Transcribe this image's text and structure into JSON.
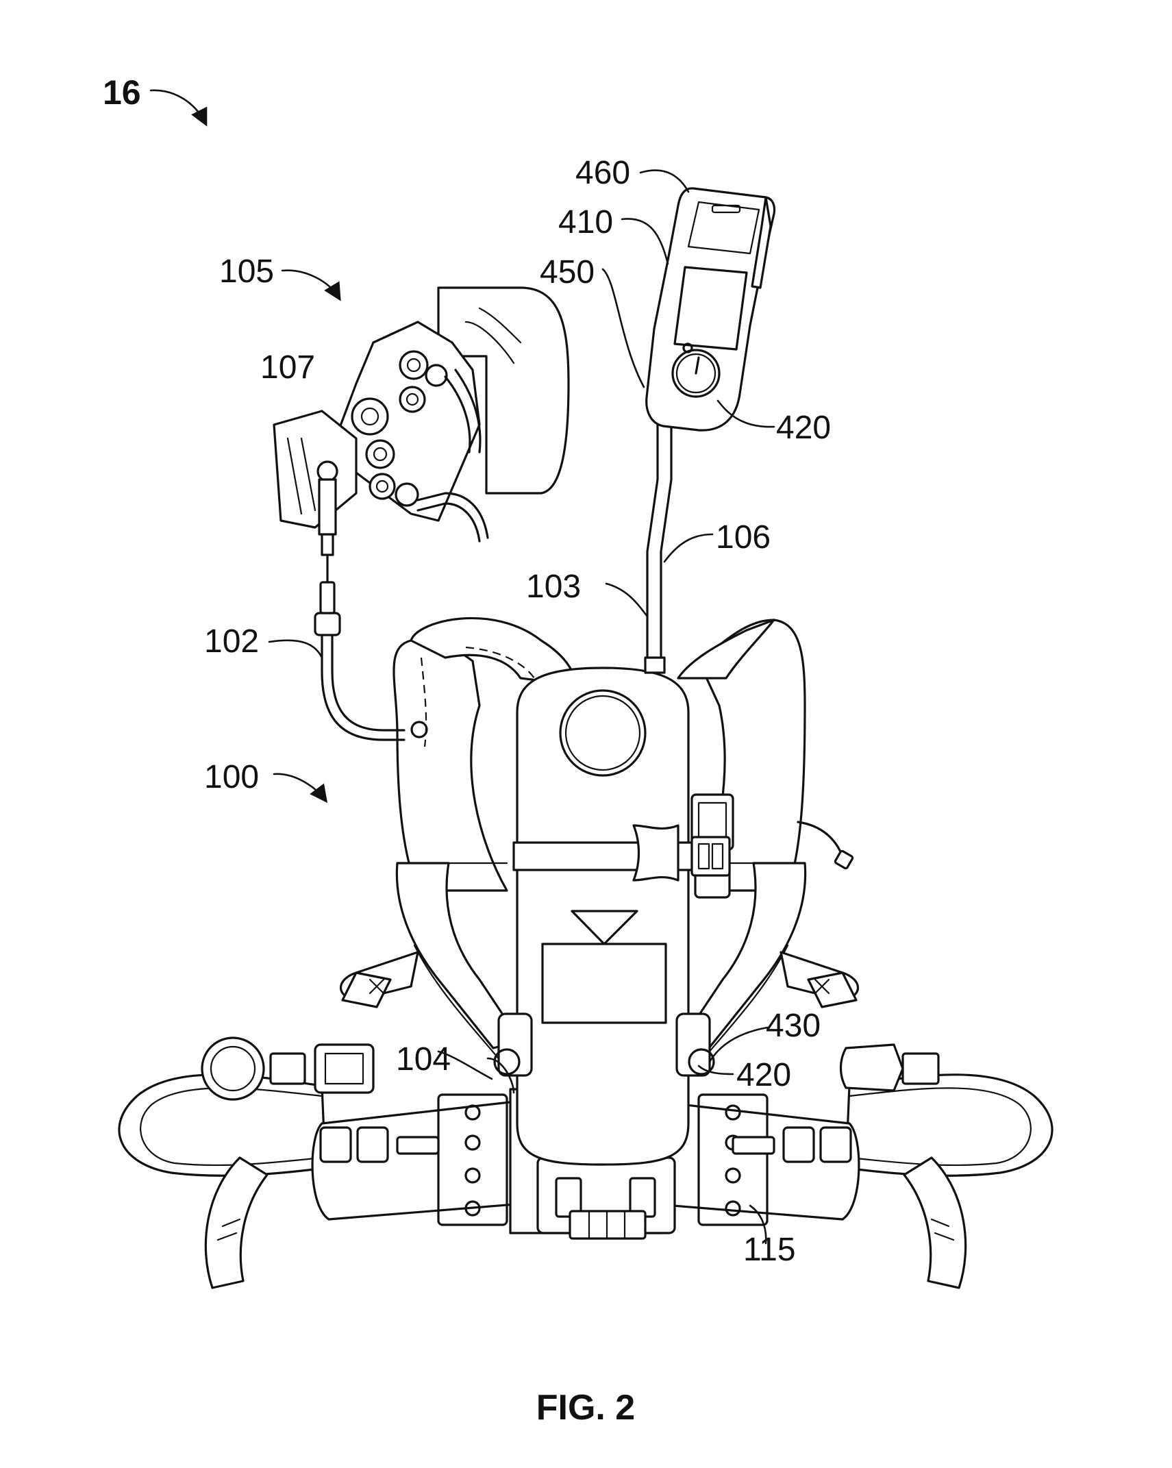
{
  "figure": {
    "caption": "FIG. 2",
    "main_reference": "16",
    "reference_numerals": {
      "r460": "460",
      "r410": "410",
      "r450": "450",
      "r420_top": "420",
      "r105": "105",
      "r107": "107",
      "r106": "106",
      "r103": "103",
      "r102": "102",
      "r100": "100",
      "r430": "430",
      "r420_bottom": "420",
      "r104": "104",
      "r115": "115"
    }
  }
}
